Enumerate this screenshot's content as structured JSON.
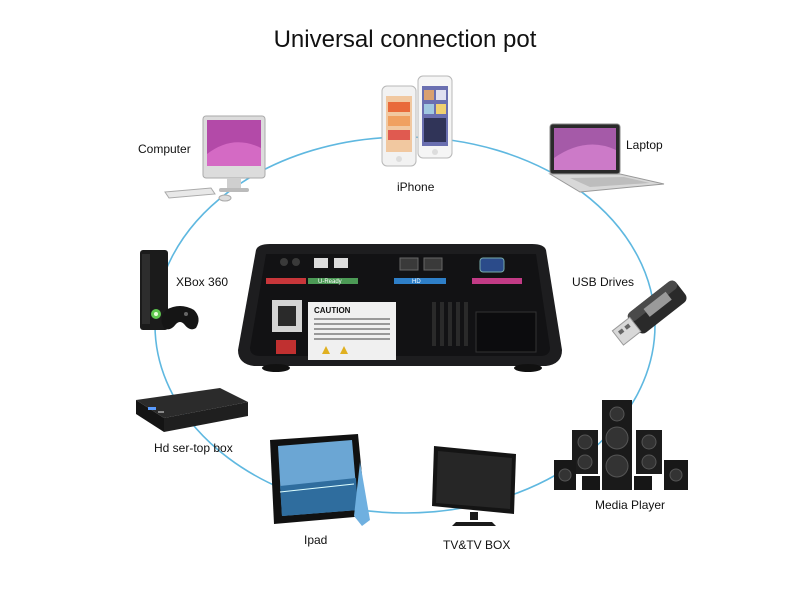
{
  "title": "Universal connection pot",
  "devices": {
    "iphone": "iPhone",
    "computer": "Computer",
    "laptop": "Laptop",
    "xbox": "XBox 360",
    "usb": "USB Drives",
    "settop": "Hd ser-top box",
    "ipad": "Ipad",
    "tv": "TV&TV BOX",
    "media": "Media Player"
  },
  "projector": {
    "caution_label": "CAUTION",
    "port_labels": [
      "U-Ready",
      "HD"
    ]
  },
  "colors": {
    "cable": "#5fb8e0",
    "projector_body": "#1d1d1f",
    "red_strip": "#c8363a",
    "green_strip": "#4c9a56",
    "blue_strip": "#2e7fc8",
    "pink_strip": "#c23b86"
  }
}
